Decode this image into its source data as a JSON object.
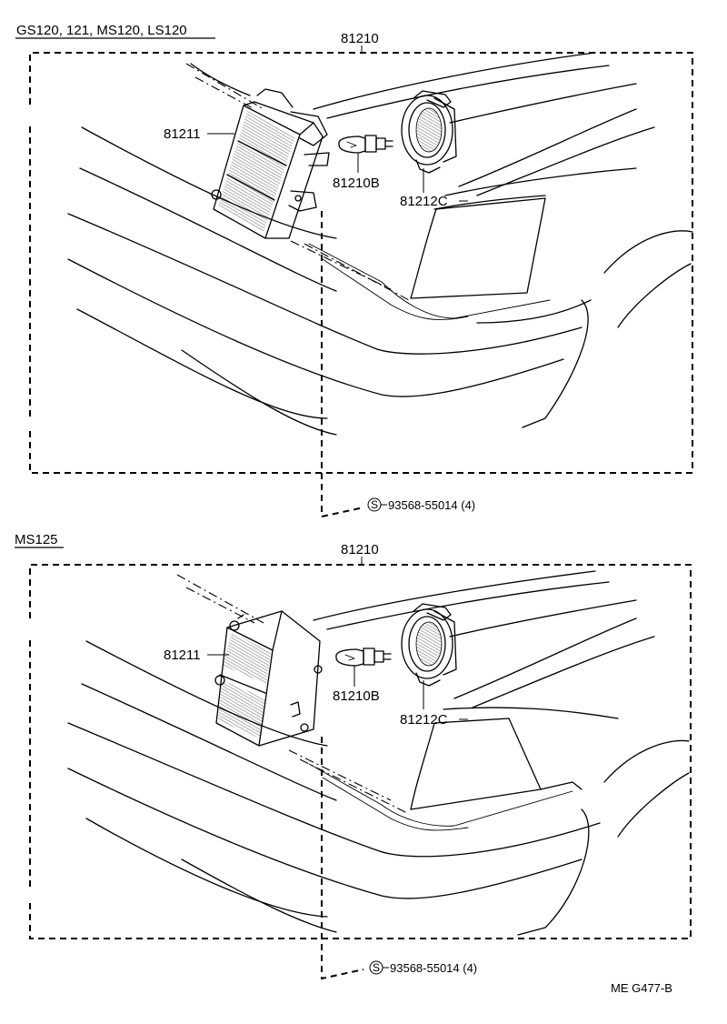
{
  "panels": [
    {
      "header": "GS120, 121, MS120, LS120",
      "assembly": "81210",
      "parts": {
        "lamp_housing": "81211",
        "bulb": "81210B",
        "socket": "81212C"
      },
      "screw_symbol": "S",
      "screw_part": "93568-55014 (4)"
    },
    {
      "header": "MS125",
      "assembly": "81210",
      "parts": {
        "lamp_housing": "81211",
        "bulb": "81210B",
        "socket": "81212C"
      },
      "screw_symbol": "S",
      "screw_part": "93568-55014 (4)"
    }
  ],
  "footer_code": "ME  G477-B"
}
